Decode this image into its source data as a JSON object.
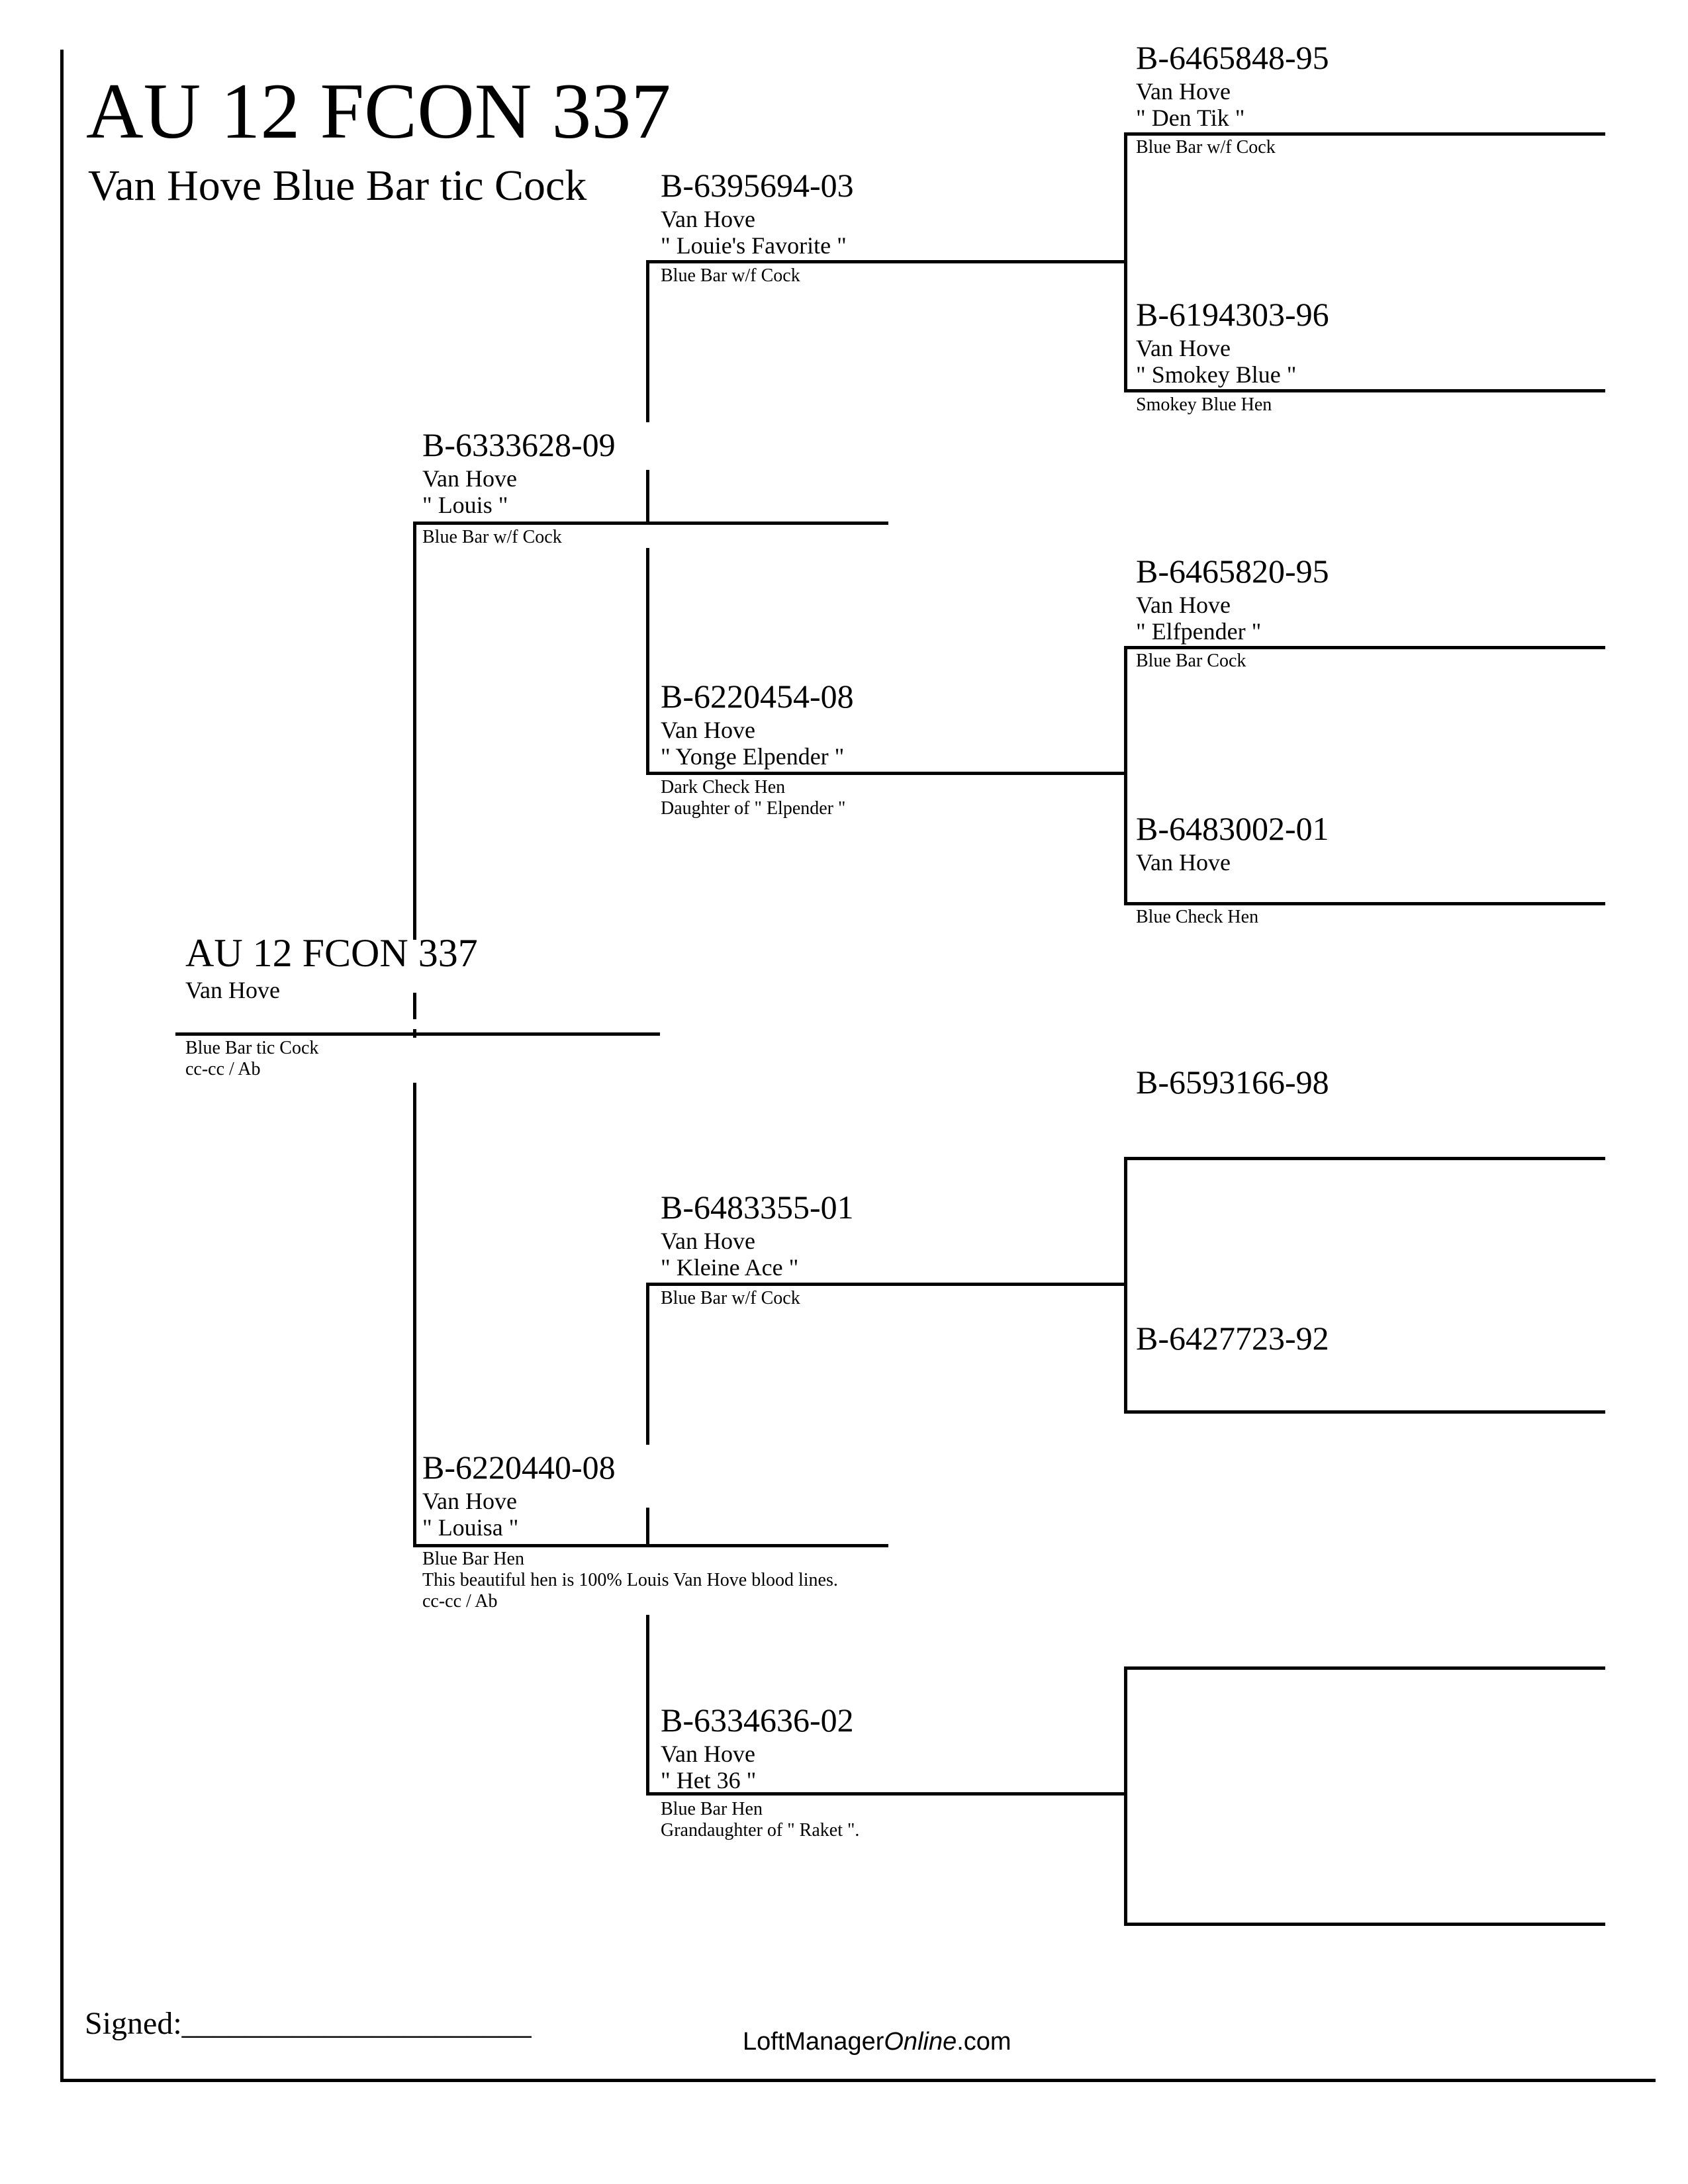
{
  "header": {
    "title": "AU 12 FCON 337",
    "subtitle": "Van Hove Blue Bar tic Cock"
  },
  "subject": {
    "band": "AU 12 FCON 337",
    "strain": "Van Hove",
    "notes": [
      "Blue Bar tic Cock",
      "cc-cc / Ab"
    ]
  },
  "sire": {
    "band": "B-6333628-09",
    "strain": "Van Hove",
    "name": "\" Louis \"",
    "notes": [
      "Blue Bar w/f Cock"
    ]
  },
  "dam": {
    "band": "B-6220440-08",
    "strain": "Van Hove",
    "name": "\" Louisa \"",
    "notes": [
      "Blue Bar Hen",
      "This beautiful hen is 100% Louis Van Hove blood lines.",
      "cc-cc / Ab"
    ]
  },
  "sire_sire": {
    "band": "B-6395694-03",
    "strain": "Van Hove",
    "name": "\" Louie's Favorite \"",
    "notes": [
      "Blue Bar w/f Cock"
    ]
  },
  "sire_dam": {
    "band": "B-6220454-08",
    "strain": "Van Hove",
    "name": "\" Yonge Elpender \"",
    "notes": [
      "Dark Check Hen",
      "Daughter of \" Elpender \""
    ]
  },
  "dam_sire": {
    "band": "B-6483355-01",
    "strain": "Van Hove",
    "name": "\" Kleine Ace \"",
    "notes": [
      "Blue Bar w/f Cock"
    ]
  },
  "dam_dam": {
    "band": "B-6334636-02",
    "strain": "Van Hove",
    "name": "\" Het 36 \"",
    "notes": [
      "Blue Bar Hen",
      "Grandaughter of \" Raket \"."
    ]
  },
  "gen3": [
    {
      "band": "B-6465848-95",
      "strain": "Van Hove",
      "name": "\" Den Tik \"",
      "notes": [
        "Blue Bar w/f Cock"
      ]
    },
    {
      "band": "B-6194303-96",
      "strain": "Van Hove",
      "name": "\" Smokey Blue \"",
      "notes": [
        "Smokey Blue Hen"
      ]
    },
    {
      "band": "B-6465820-95",
      "strain": "Van Hove",
      "name": "\" Elfpender \"",
      "notes": [
        "Blue Bar Cock"
      ]
    },
    {
      "band": "B-6483002-01",
      "strain": "Van Hove",
      "name": "",
      "notes": [
        "Blue Check Hen"
      ]
    },
    {
      "band": "B-6593166-98",
      "strain": "",
      "name": "",
      "notes": []
    },
    {
      "band": "B-6427723-92",
      "strain": "",
      "name": "",
      "notes": []
    },
    {
      "band": "",
      "strain": "",
      "name": "",
      "notes": []
    },
    {
      "band": "",
      "strain": "",
      "name": "",
      "notes": []
    }
  ],
  "footer": {
    "signed_label": "Signed:",
    "signature_line": "______________________",
    "brand_prefix": "LoftManager",
    "brand_italic": "Online",
    "brand_suffix": ".com"
  }
}
